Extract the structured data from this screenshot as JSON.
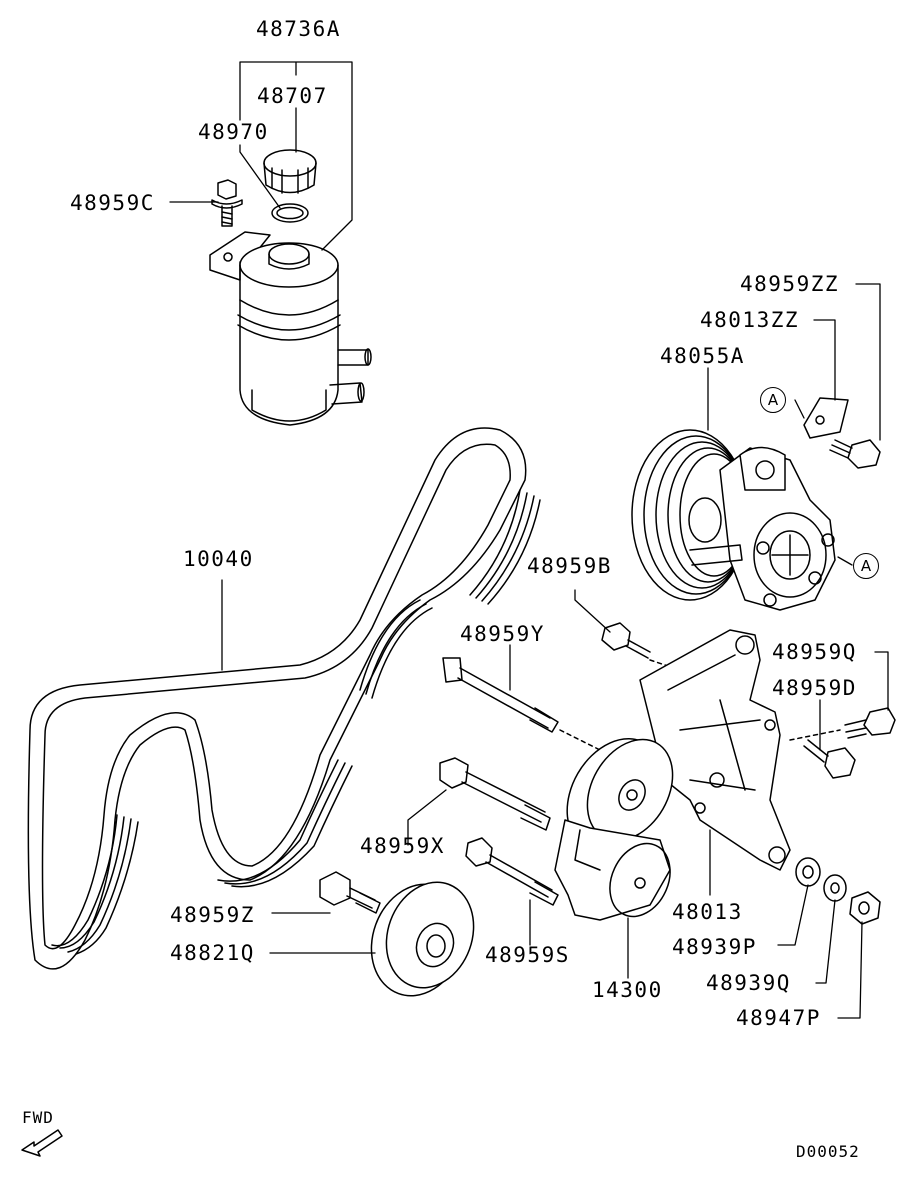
{
  "labels": {
    "p48736A": "48736A",
    "p48707": "48707",
    "p48970": "48970",
    "p48959C": "48959C",
    "p48959ZZ": "48959ZZ",
    "p48013ZZ": "48013ZZ",
    "p48055A": "48055A",
    "p10040": "10040",
    "p48959B": "48959B",
    "p48959Y": "48959Y",
    "p48959Q": "48959Q",
    "p48959D": "48959D",
    "p48959X": "48959X",
    "p48013": "48013",
    "p48959Z": "48959Z",
    "p48821Q": "48821Q",
    "p48959S": "48959S",
    "p14300": "14300",
    "p48939P": "48939P",
    "p48939Q": "48939Q",
    "p48947P": "48947P"
  },
  "callouts": {
    "a1": "A",
    "a2": "A"
  },
  "fwd": "FWD",
  "diagram_id": "D00052"
}
